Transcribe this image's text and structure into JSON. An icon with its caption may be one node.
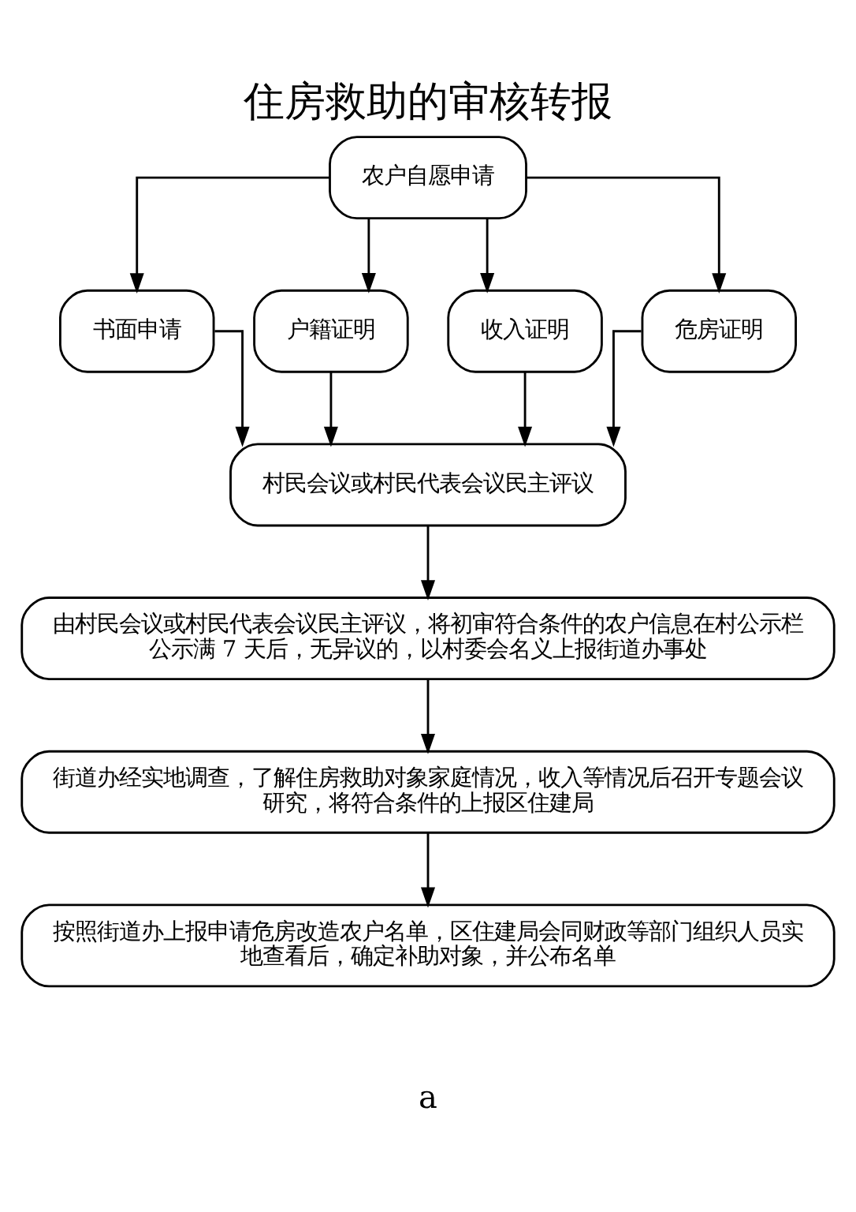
{
  "diagram": {
    "title": "住房救助的审核转报",
    "nodes": [
      {
        "text": [
          "农户自愿申请"
        ]
      },
      {
        "text": [
          "书面申请"
        ]
      },
      {
        "text": [
          "户籍证明"
        ]
      },
      {
        "text": [
          "收入证明"
        ]
      },
      {
        "text": [
          "危房证明"
        ]
      },
      {
        "text": [
          "村民会议或村民代表会议民主评议"
        ]
      },
      {
        "text": [
          "由村民会议或村民代表会议民主评议，将初审符合条件的农户信息在村公示栏公示满 7 天后，无异议的，以村委会名义上报街道办事处"
        ]
      },
      {
        "text": [
          "街道办经实地调查，了解住房救助对象家庭情况，收入等情况后召开专题会议研究，将符合条件的上报区住建局"
        ]
      },
      {
        "text": [
          "按照街道办上报申请危房改造农户名单，区住建局会同财政等部门组织人员实地查看后，确定补助对象，并公布名单"
        ]
      }
    ],
    "edges": [
      {
        "from": 0,
        "to": 1,
        "arrow": "to"
      },
      {
        "from": 0,
        "to": 2,
        "arrow": "to"
      },
      {
        "from": 0,
        "to": 3,
        "arrow": "to"
      },
      {
        "from": 0,
        "to": 4,
        "arrow": "to"
      },
      {
        "from": 1,
        "to": 5,
        "arrow": "to"
      },
      {
        "from": 2,
        "to": 5,
        "arrow": "to"
      },
      {
        "from": 3,
        "to": 5,
        "arrow": "to"
      },
      {
        "from": 4,
        "to": 5,
        "arrow": "to"
      },
      {
        "from": 5,
        "to": 6,
        "arrow": "to"
      },
      {
        "from": 6,
        "to": 7,
        "arrow": "to"
      },
      {
        "from": 7,
        "to": 8,
        "arrow": "to"
      }
    ],
    "labels": [
      "a"
    ]
  }
}
